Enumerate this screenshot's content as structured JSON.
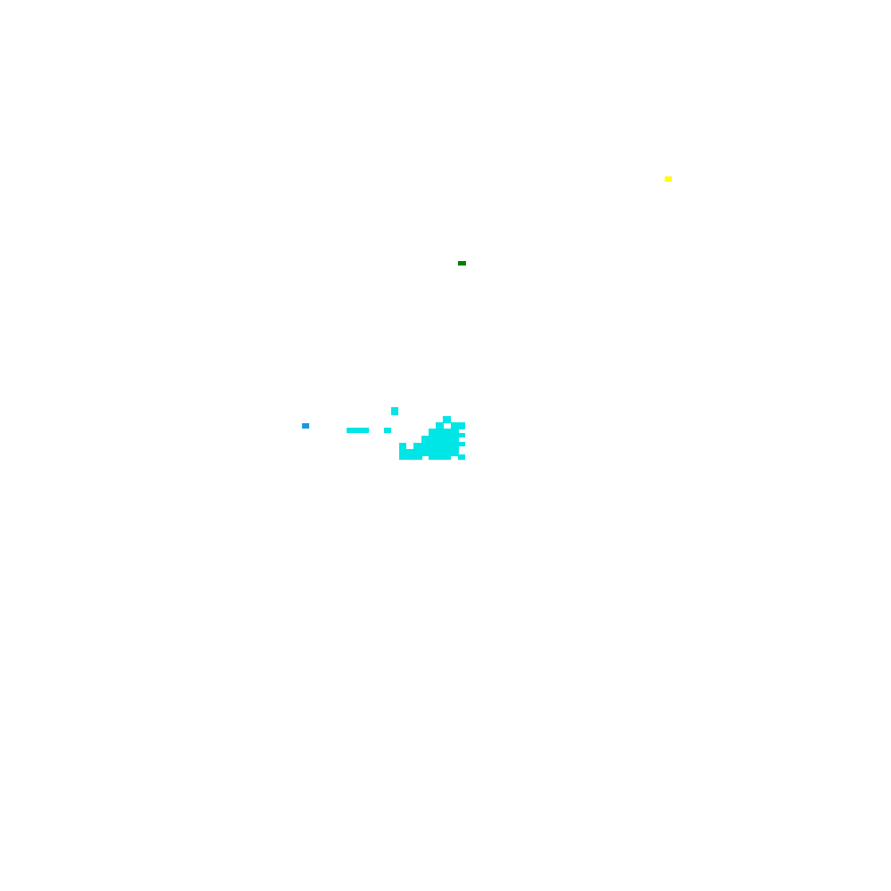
{
  "colors": {
    "background": "#ffffff",
    "cyan_blob": "#00e5e5",
    "blue_dot": "#1a96e6",
    "green_dot": "#008000",
    "yellow_dot": "#ffff00"
  },
  "entities": [
    {
      "name": "cyan-pixel-cluster",
      "color_key": "cyan_blob"
    },
    {
      "name": "blue-pixel",
      "color_key": "blue_dot"
    },
    {
      "name": "green-pixel",
      "color_key": "green_dot"
    },
    {
      "name": "yellow-pixel",
      "color_key": "yellow_dot"
    }
  ]
}
